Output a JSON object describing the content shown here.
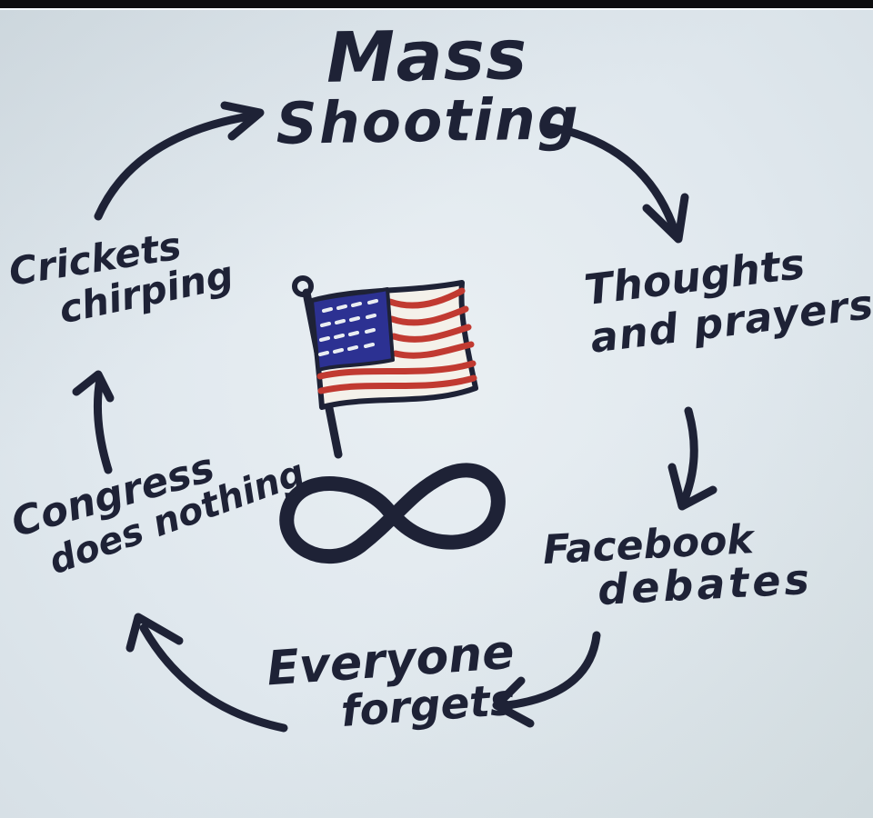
{
  "diagram": {
    "type": "hand-drawn-cycle",
    "nodes": {
      "mass_shooting": {
        "line1": "Mass",
        "line2": "Shooting"
      },
      "thoughts_prayers": {
        "line1": "Thoughts",
        "line2": "and prayers"
      },
      "facebook_debates": {
        "line1": "Facebook",
        "line2": "debates"
      },
      "everyone_forgets": {
        "line1": "Everyone",
        "line2": "forgets"
      },
      "congress_nothing": {
        "line1": "Congress",
        "line2": "does nothing"
      },
      "crickets_chirping": {
        "line1": "Crickets",
        "line2": "chirping"
      }
    },
    "cycle_order": [
      "Mass Shooting",
      "Thoughts and prayers",
      "Facebook debates",
      "Everyone forgets",
      "Congress does nothing",
      "Crickets chirping"
    ],
    "icons": {
      "center_flag": "american-flag-icon",
      "center_loop": "infinity-icon"
    },
    "colors": {
      "paper": "#e0e8ee",
      "ink": "#1e2236",
      "flag_red": "#c13a31",
      "flag_blue": "#2c3192",
      "flag_white": "#f4f1ea",
      "letterbox_bar": "#0d0d0f"
    }
  }
}
